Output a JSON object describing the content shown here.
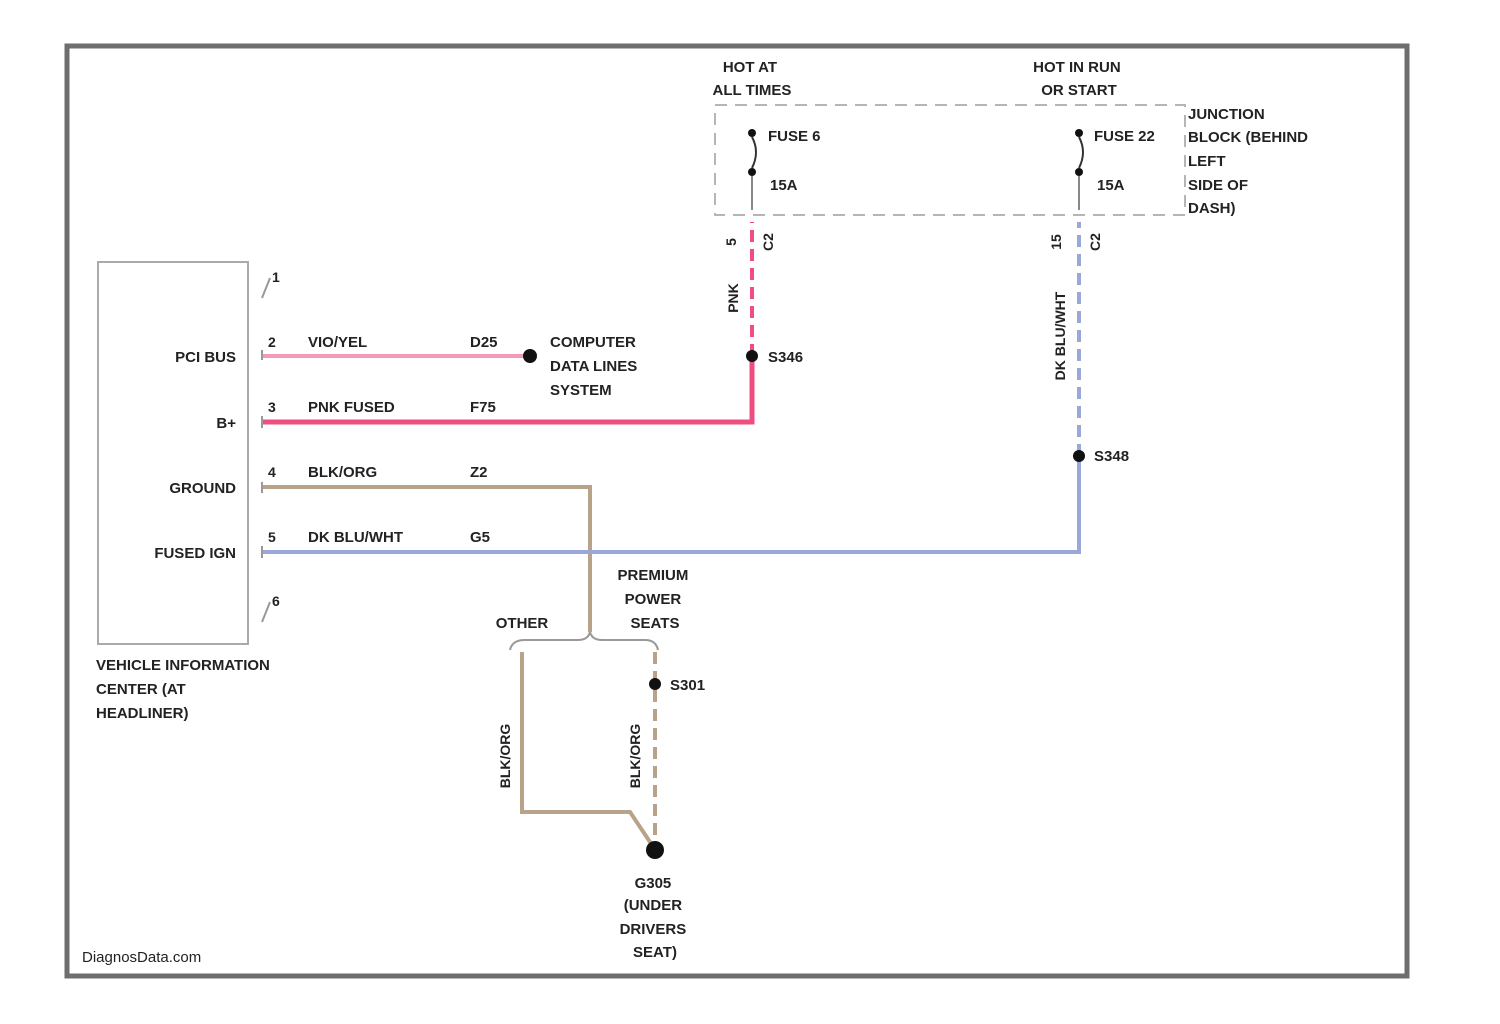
{
  "colors": {
    "frame": "#6e6e6e",
    "pink_wire": "#ee4f7f",
    "light_pink_wire": "#f39ab8",
    "tan_wire": "#b8a38a",
    "blue_wire": "#9aa8d8",
    "dash_box": "#b5b5b5",
    "node": "#111111"
  },
  "junction_block": {
    "hot_at_all_times": [
      "HOT AT",
      "ALL TIMES"
    ],
    "hot_in_run": [
      "HOT IN RUN",
      "OR START"
    ],
    "name": [
      "JUNCTION",
      "BLOCK (BEHIND",
      "LEFT",
      "SIDE OF",
      "DASH)"
    ],
    "fuse_left": {
      "name": "FUSE 6",
      "rating": "15A",
      "terminal": "5",
      "cavity": "C2"
    },
    "fuse_right": {
      "name": "FUSE 22",
      "rating": "15A",
      "terminal": "15",
      "cavity": "C2"
    }
  },
  "module": {
    "name": [
      "VEHICLE INFORMATION",
      "CENTER (AT",
      "HEADLINER)"
    ],
    "pins": [
      {
        "label": "",
        "num": "1"
      },
      {
        "label": "PCI BUS",
        "num": "2",
        "wire": "VIO/YEL",
        "circuit": "D25"
      },
      {
        "label": "B+",
        "num": "3",
        "wire": "PNK FUSED",
        "circuit": "F75"
      },
      {
        "label": "GROUND",
        "num": "4",
        "wire": "BLK/ORG",
        "circuit": "Z2"
      },
      {
        "label": "FUSED IGN",
        "num": "5",
        "wire": "DK BLU/WHT",
        "circuit": "G5"
      },
      {
        "label": "",
        "num": "6"
      }
    ]
  },
  "data_link": [
    "COMPUTER",
    "DATA LINES",
    "SYSTEM"
  ],
  "splices": {
    "left": "S346",
    "right": "S348",
    "ground": "S301"
  },
  "vertical_wires": {
    "left": "PNK",
    "right": "DK BLU/WHT",
    "other": "BLK/ORG",
    "premium": "BLK/ORG"
  },
  "options": {
    "other": "OTHER",
    "premium": [
      "PREMIUM",
      "POWER",
      "SEATS"
    ]
  },
  "ground": [
    "G305",
    "(UNDER",
    "DRIVERS",
    "SEAT)"
  ],
  "watermark": "DiagnosData.com"
}
